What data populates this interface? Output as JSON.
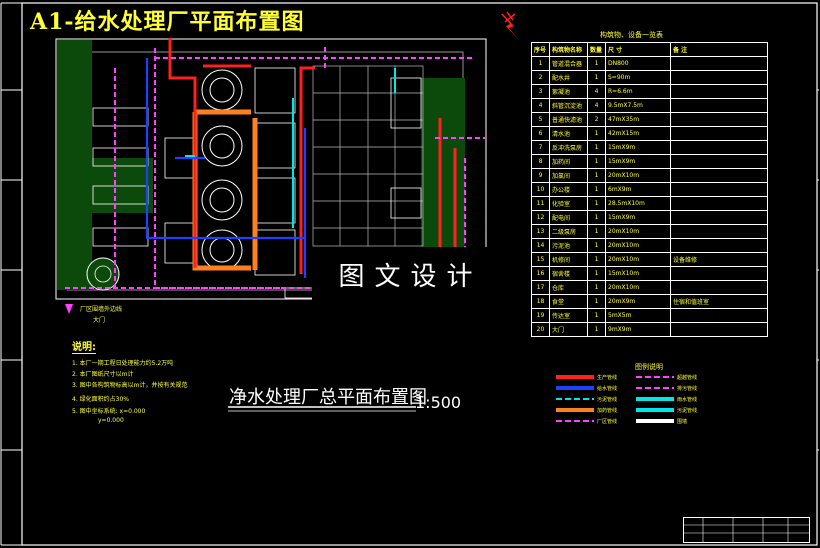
{
  "sheet_title": "A1-给水处理厂平面布置图",
  "drawing_title": "净水处理厂总平面布置图",
  "drawing_scale": "1:500",
  "watermark": "图文设计",
  "equipment_table": {
    "caption": "构筑物、设备一览表",
    "headers": [
      "序号",
      "构筑物名称",
      "数量",
      "尺 寸",
      "备 注"
    ],
    "rows": [
      [
        "1",
        "管道混合器",
        "1",
        "DN800",
        ""
      ],
      [
        "2",
        "配水井",
        "1",
        "S=90m",
        ""
      ],
      [
        "3",
        "絮凝池",
        "4",
        "R=6.6m",
        ""
      ],
      [
        "4",
        "斜管沉淀池",
        "4",
        "9.5mX7.5m",
        ""
      ],
      [
        "5",
        "普通快滤池",
        "2",
        "47mX35m",
        ""
      ],
      [
        "6",
        "清水池",
        "1",
        "42mX15m",
        ""
      ],
      [
        "7",
        "反冲洗泵房",
        "1",
        "15mX9m",
        ""
      ],
      [
        "8",
        "加药间",
        "1",
        "15mX9m",
        ""
      ],
      [
        "9",
        "加氯间",
        "1",
        "20mX10m",
        ""
      ],
      [
        "10",
        "办公楼",
        "1",
        "6mX9m",
        ""
      ],
      [
        "11",
        "化验室",
        "1",
        "28.5mX10m",
        ""
      ],
      [
        "12",
        "配电间",
        "1",
        "15mX9m",
        ""
      ],
      [
        "13",
        "二级泵房",
        "1",
        "20mX10m",
        ""
      ],
      [
        "14",
        "污泥池",
        "1",
        "20mX10m",
        ""
      ],
      [
        "15",
        "机修间",
        "1",
        "20mX10m",
        "设备维修"
      ],
      [
        "16",
        "宿舍楼",
        "1",
        "15mX10m",
        ""
      ],
      [
        "17",
        "仓库",
        "1",
        "20mX10m",
        ""
      ],
      [
        "18",
        "食堂",
        "1",
        "20mX9m",
        "住宿和值班室"
      ],
      [
        "19",
        "传达室",
        "1",
        "5mX5m",
        ""
      ],
      [
        "20",
        "大门",
        "1",
        "9mX9m",
        ""
      ]
    ]
  },
  "legend": {
    "caption": "图例说明",
    "items": [
      {
        "label": "生产管线",
        "color": "#ff2020",
        "style": "solid"
      },
      {
        "label": "超越管线",
        "color": "#ff40ff",
        "style": "dashed"
      },
      {
        "label": "给水管线",
        "color": "#2040ff",
        "style": "solid"
      },
      {
        "label": "排污管线",
        "color": "#ff40ff",
        "style": "dashed"
      },
      {
        "label": "污泥管线",
        "color": "#00e5e5",
        "style": "dashed"
      },
      {
        "label": "雨水管线",
        "color": "#00e5e5",
        "style": "solid"
      },
      {
        "label": "加药管线",
        "color": "#ff8020",
        "style": "solid"
      },
      {
        "label": "污泥管线",
        "color": "#00e5e5",
        "style": "solid"
      },
      {
        "label": "厂区管线",
        "color": "#ff40ff",
        "style": "dashed"
      },
      {
        "label": "围墙",
        "color": "#ffffff",
        "style": "solid"
      }
    ]
  },
  "notes": {
    "heading": "说明:",
    "items": [
      "1. 本厂一期工程日处理能力约5.2万吨",
      "2. 本厂图纸尺寸以m计",
      "3. 图中各构筑物标高以m计，并按有关规范",
      "4. 绿化面积约占30%",
      "5. 图中坐标系统: x=0.000",
      "y=0.000"
    ]
  },
  "site_labels": {
    "fence_note": "厂区围墙外边线",
    "gate": "大门"
  },
  "colors": {
    "background": "#000000",
    "frame": "#ffffff",
    "text": "#ffff33",
    "production_pipe": "#ff2020",
    "water_pipe": "#2040ff",
    "chem_pipe": "#ff8020",
    "drain_pipe": "#ff40ff",
    "sludge_pipe": "#00e5e5",
    "green_area": "#0c4a0c"
  }
}
